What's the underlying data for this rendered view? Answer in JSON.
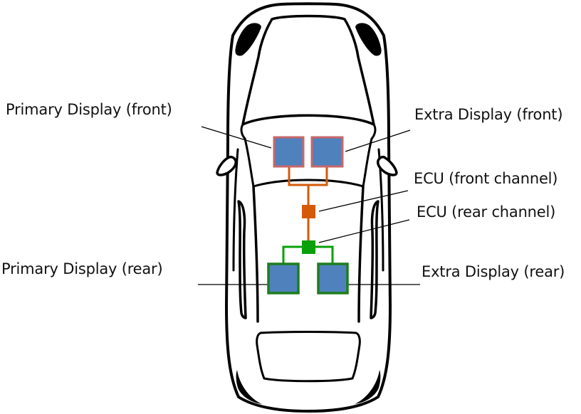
{
  "labels": {
    "primary_front": "Primary Display (front)",
    "extra_front": "Extra Display (front)",
    "ecu_front": "ECU (front channel)",
    "ecu_rear": "ECU (rear channel)",
    "primary_rear": "Primary Display (rear)",
    "extra_rear": "Extra Display (rear)"
  },
  "colors": {
    "display_fill": "#4f81bd",
    "front_border": "#c0504d",
    "front_wire": "#d45a0a",
    "rear_wire": "#0aa00a",
    "rear_border": "#1e7d1e",
    "car_outline": "#000000"
  }
}
